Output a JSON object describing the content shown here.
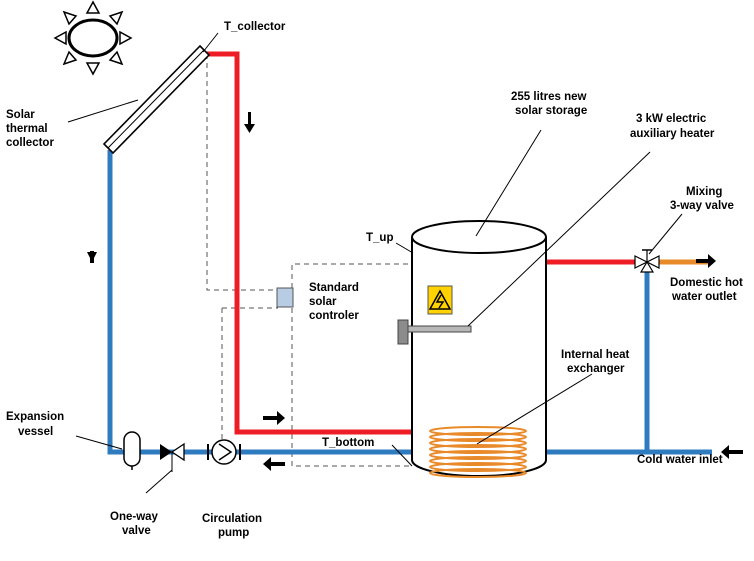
{
  "colors": {
    "hot_pipe": "#ee1c24",
    "cold_pipe": "#2f7bbf",
    "coil": "#e98a2a",
    "outlet_pipe": "#e98a2a",
    "controller_fill": "#b8cce4",
    "warning_fill": "#ffd200"
  },
  "icons": {
    "sun": "sun-icon",
    "flow_arrow": "arrow-icon",
    "warning": "high-voltage-icon"
  },
  "labels": {
    "t_collector": "T_collector",
    "solar_collector": [
      "Solar",
      "thermal",
      "collector"
    ],
    "storage": [
      "255 litres new",
      "solar storage"
    ],
    "heater": [
      "3 kW electric",
      "auxiliary heater"
    ],
    "mixing_valve": [
      "Mixing",
      "3-way valve"
    ],
    "t_up": "T_up",
    "controller": [
      "Standard",
      "solar",
      "controler"
    ],
    "domestic_outlet": [
      "Domestic hot",
      "water outlet"
    ],
    "heat_exchanger": [
      "Internal heat",
      "exchanger"
    ],
    "expansion_vessel": [
      "Expansion",
      "vessel"
    ],
    "t_bottom": "T_bottom",
    "cold_inlet": "Cold water inlet",
    "one_way_valve": [
      "One-way",
      "valve"
    ],
    "circulation_pump": [
      "Circulation",
      "pump"
    ]
  }
}
